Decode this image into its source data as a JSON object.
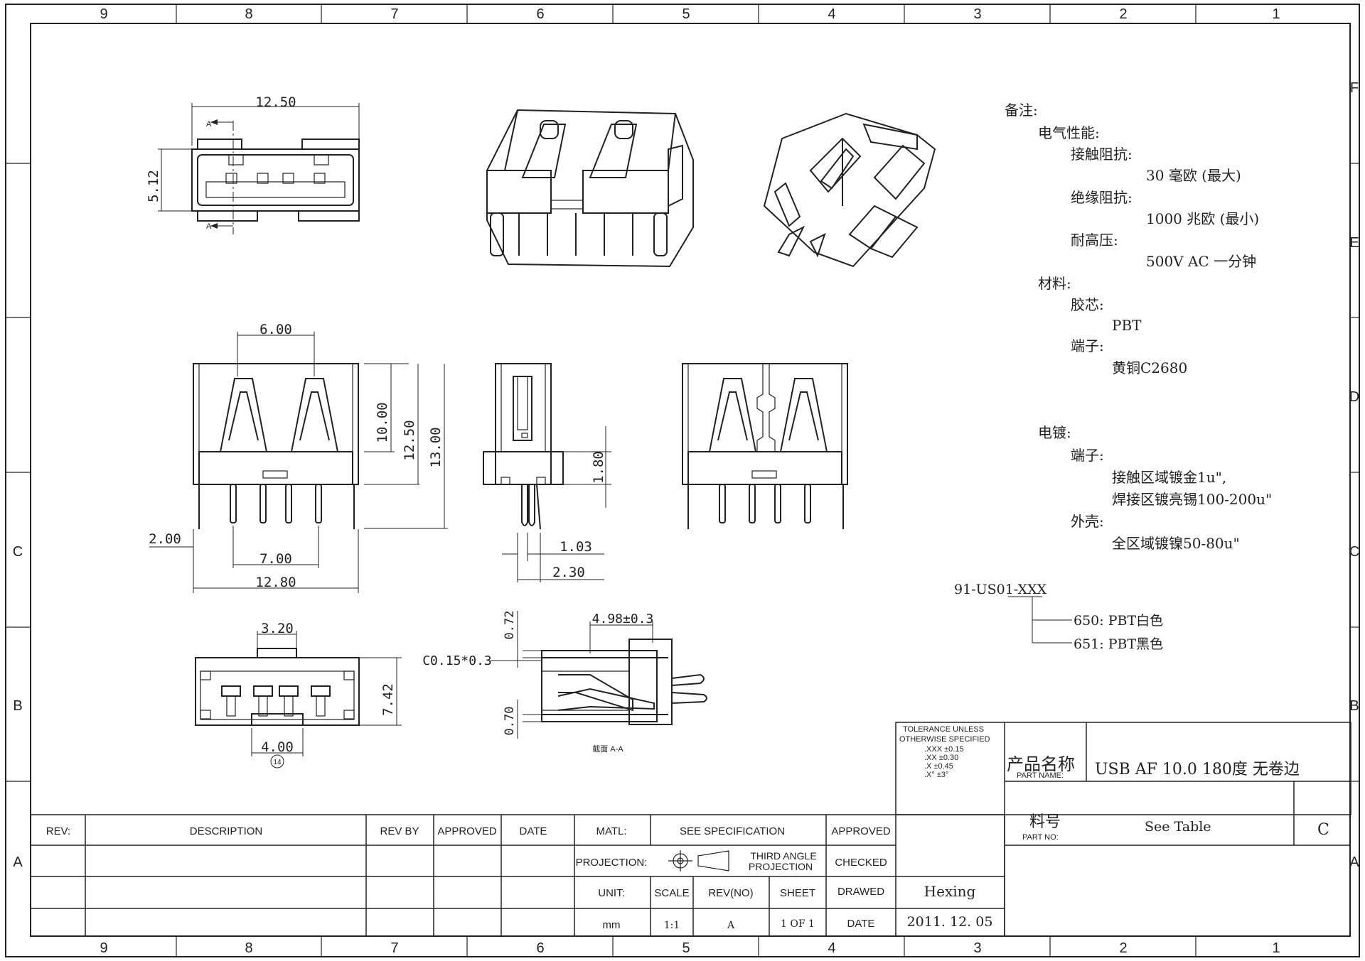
{
  "zones": {
    "columns": [
      "9",
      "8",
      "7",
      "6",
      "5",
      "4",
      "3",
      "2",
      "1"
    ],
    "rows": [
      "F",
      "E",
      "D",
      "C",
      "B",
      "A"
    ]
  },
  "dims": {
    "top_width": "12.50",
    "top_height": "5.12",
    "section_mark": "A",
    "pin_pitch": "6.00",
    "h10": "10.00",
    "h1250": "12.50",
    "h13": "13.00",
    "d200": "2.00",
    "d700": "7.00",
    "d1280": "12.80",
    "side_180": "1.80",
    "side_103": "1.03",
    "side_230": "2.30",
    "b320": "3.20",
    "b742": "7.42",
    "b400": "4.00",
    "b14": "14",
    "s072": "0.72",
    "s070": "0.70",
    "s498": "4.98±0.3",
    "chamfer": "C0.15*0.3",
    "section_label": "截面 A-A"
  },
  "notes": {
    "title": "备注:",
    "electrical": "电气性能:",
    "contact_res": "接触阻抗:",
    "contact_res_val": "30 毫欧 (最大)",
    "insul_res": "绝缘阻抗:",
    "insul_res_val": "1000 兆欧 (最小)",
    "withstand": "耐高压:",
    "withstand_val": "500V AC 一分钟",
    "material": "材料:",
    "housing": "胶芯:",
    "housing_val": "PBT",
    "terminal": "端子:",
    "terminal_val": "黄铜C2680",
    "plating": "电镀:",
    "plating_terminal": "端子:",
    "plating_contact": "接触区域镀金1u\",",
    "plating_solder": "焊接区镀亮锡100-200u\"",
    "shell": "外壳:",
    "shell_val": "全区域镀镍50-80u\""
  },
  "part_table": {
    "part_number": "91-US01-XXX",
    "option1": "650: PBT白色",
    "option2": "651: PBT黑色"
  },
  "title_block": {
    "tolerance": [
      "TOLERANCE UNLESS",
      "OTHERWISE SPECIFIED",
      ".XXX  ±0.15",
      ".XX   ±0.30",
      ".X    ±0.45",
      ".X°   ±3°"
    ],
    "part_name_cn": "产品名称",
    "part_name_en": "PART NAME:",
    "part_name_val": "USB AF 10.0 180度 无卷边",
    "part_no_cn": "料号",
    "part_no_en": "PART NO:",
    "part_no_val": "See Table",
    "rev_letter": "C",
    "rev_col": "REV:",
    "desc_col": "DESCRIPTION",
    "revby_col": "REV BY",
    "approved_col": "APPROVED",
    "date_col": "DATE",
    "matl": "MATL:",
    "matl_val": "SEE SPECIFICATION",
    "approved": "APPROVED",
    "projection": "PROJECTION:",
    "projection_val1": "THIRD ANGLE",
    "projection_val2": "PROJECTION",
    "checked": "CHECKED",
    "unit": "UNIT:",
    "scale": "SCALE",
    "rev_no": "REV(NO)",
    "sheet": "SHEET",
    "drawed": "DRAWED",
    "drawed_val": "Hexing",
    "unit_val": "mm",
    "scale_val": "1:1",
    "rev_val": "A",
    "sheet_val": "1 OF 1",
    "date": "DATE",
    "date_val": "2011. 12. 05"
  }
}
